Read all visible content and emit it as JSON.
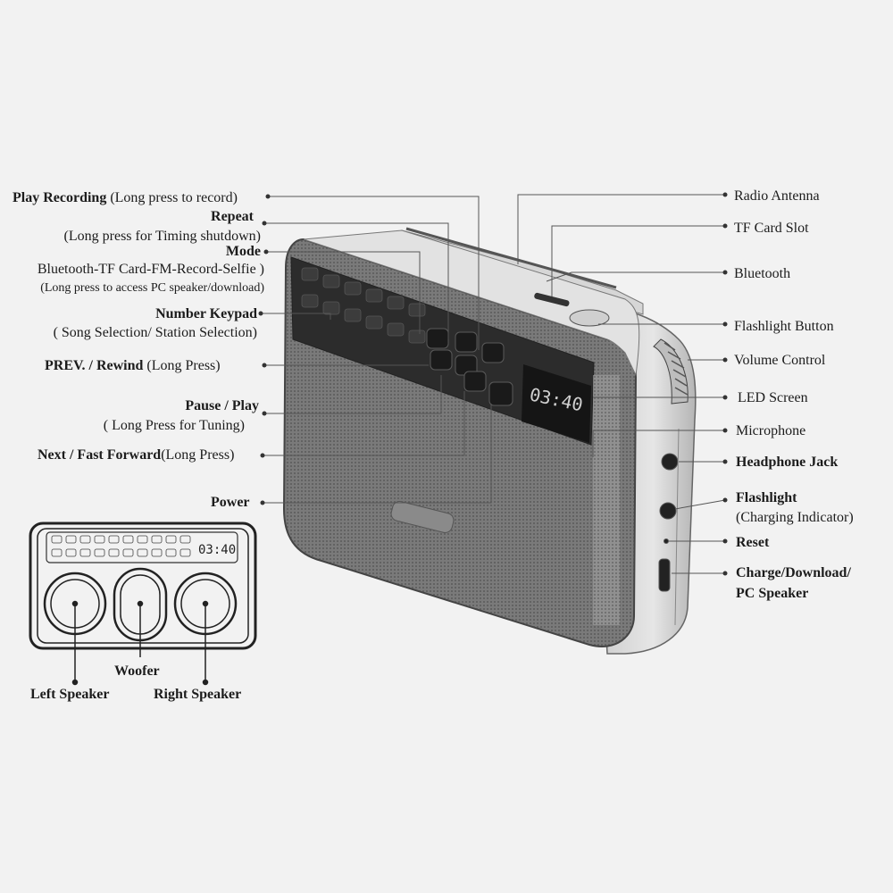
{
  "left_callouts": {
    "play_recording": {
      "title": "Play Recording",
      "note": "(Long press to record)"
    },
    "repeat": {
      "title": "Repeat",
      "note": "(Long press for Timing shutdown)"
    },
    "mode": {
      "title": "Mode",
      "line2": "Bluetooth-TF Card-FM-Record-Selfie )",
      "line3": "(Long press to access PC speaker/download)"
    },
    "number_keypad": {
      "title": "Number Keypad",
      "note": "( Song Selection/ Station Selection)"
    },
    "prev": {
      "title": "PREV. / Rewind",
      "note": "(Long Press)"
    },
    "pause_play": {
      "title": "Pause / Play",
      "note": "( Long Press for Tuning)"
    },
    "next": {
      "title": "Next / Fast Forward",
      "note": "(Long Press)"
    },
    "power": {
      "title": "Power"
    }
  },
  "right_callouts": {
    "radio_antenna": "Radio Antenna",
    "tf_card_slot": "TF Card Slot",
    "bluetooth": "Bluetooth",
    "flashlight_button": "Flashlight Button",
    "volume_control": "Volume Control",
    "led_screen": "LED Screen",
    "microphone": "Microphone",
    "headphone_jack": "Headphone Jack",
    "flashlight": "Flashlight",
    "charging_indicator": "(Charging Indicator)",
    "reset": "Reset",
    "charge_download": "Charge/Download/",
    "pc_speaker": "PC Speaker"
  },
  "display_time": "03:40",
  "small_display_time": "03:40",
  "bottom_labels": {
    "woofer": "Woofer",
    "left_speaker": "Left Speaker",
    "right_speaker": "Right Speaker"
  }
}
